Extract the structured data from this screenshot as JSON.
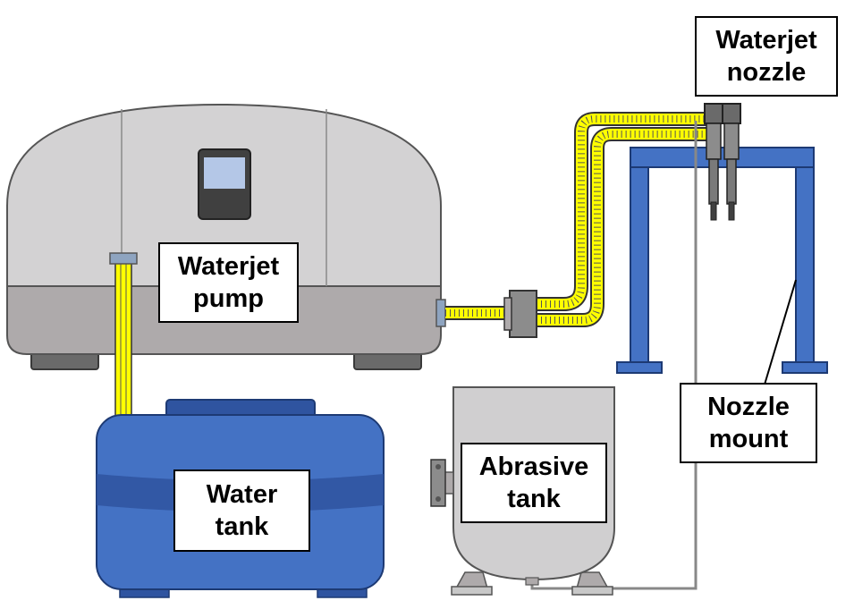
{
  "labels": {
    "pump": {
      "line1": "Waterjet",
      "line2": "pump"
    },
    "nozzle": {
      "line1": "Waterjet",
      "line2": "nozzle"
    },
    "water_tank": {
      "line1": "Water",
      "line2": "tank"
    },
    "abrasive_tank": {
      "line1": "Abrasive",
      "line2": "tank"
    },
    "nozzle_mount": {
      "line1": "Nozzle",
      "line2": "mount"
    }
  },
  "colors": {
    "pump_body": "#d3d2d3",
    "pump_base": "#aeaaab",
    "pump_feet": "#6a6a6a",
    "water_tank": "#4472c4",
    "water_tank_dark": "#2f54a0",
    "hose": "#ffff00",
    "abrasive_tank": "#d0cfd0",
    "mount_frame": "#4472c4",
    "nozzle_body": "#8c8c8c",
    "display_screen": "#b4c7e7"
  }
}
